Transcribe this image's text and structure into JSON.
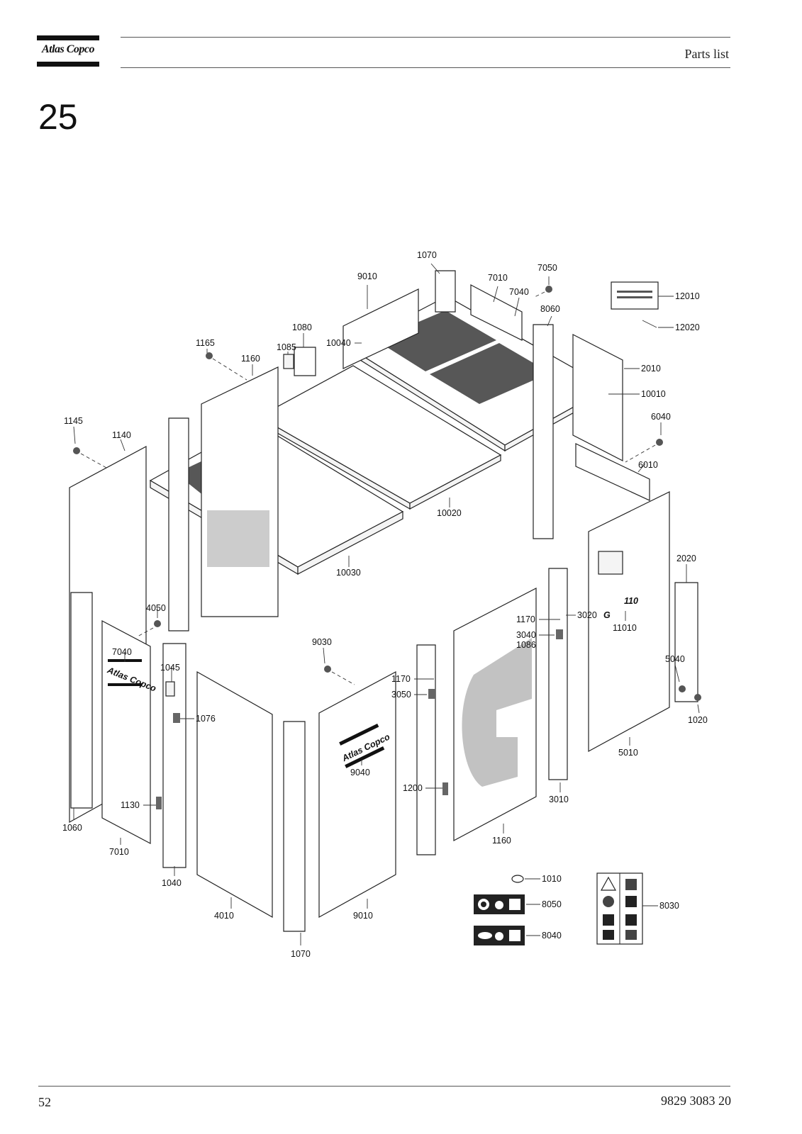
{
  "header": {
    "logo_text": "Atlas Copco",
    "title": "Parts list"
  },
  "section": {
    "number": "25"
  },
  "diagram": {
    "callouts": {
      "c1070_top": "1070",
      "c9010_top": "9010",
      "c7010_top": "7010",
      "c7050": "7050",
      "c7040_top": "7040",
      "c8060": "8060",
      "c12010": "12010",
      "c12020": "12020",
      "c1080": "1080",
      "c1085": "1085",
      "c10040": "10040",
      "c1165": "1165",
      "c1160_top": "1160",
      "c2010": "2010",
      "c10010": "10010",
      "c6040": "6040",
      "c6010": "6010",
      "c1145": "1145",
      "c1140": "1140",
      "c10020": "10020",
      "c10030": "10030",
      "c2020": "2020",
      "c4050": "4050",
      "c7040_left": "7040",
      "c1045": "1045",
      "c1076": "1076",
      "c9030": "9030",
      "c1170_mid": "1170",
      "c3050": "3050",
      "c1170_right": "1170",
      "c3020": "3020",
      "c3040": "3040",
      "c1086": "1086",
      "c11010": "11010",
      "c5040": "5040",
      "c1020": "1020",
      "c5010": "5010",
      "c9040": "9040",
      "c1200": "1200",
      "c3010": "3010",
      "c1130": "1130",
      "c1060": "1060",
      "c7010_bottom": "7010",
      "c1040": "1040",
      "c4010": "4010",
      "c9010_bottom": "9010",
      "c1160_bottom": "1160",
      "c1070_bottom": "1070",
      "c1010": "1010",
      "c8050": "8050",
      "c8040": "8040",
      "c8030": "8030"
    },
    "panel_marking": {
      "letter": "G",
      "model": "110"
    },
    "decal_logo_text": "Atlas Copco"
  },
  "footer": {
    "page_number": "52",
    "doc_number": "9829 3083 20"
  }
}
